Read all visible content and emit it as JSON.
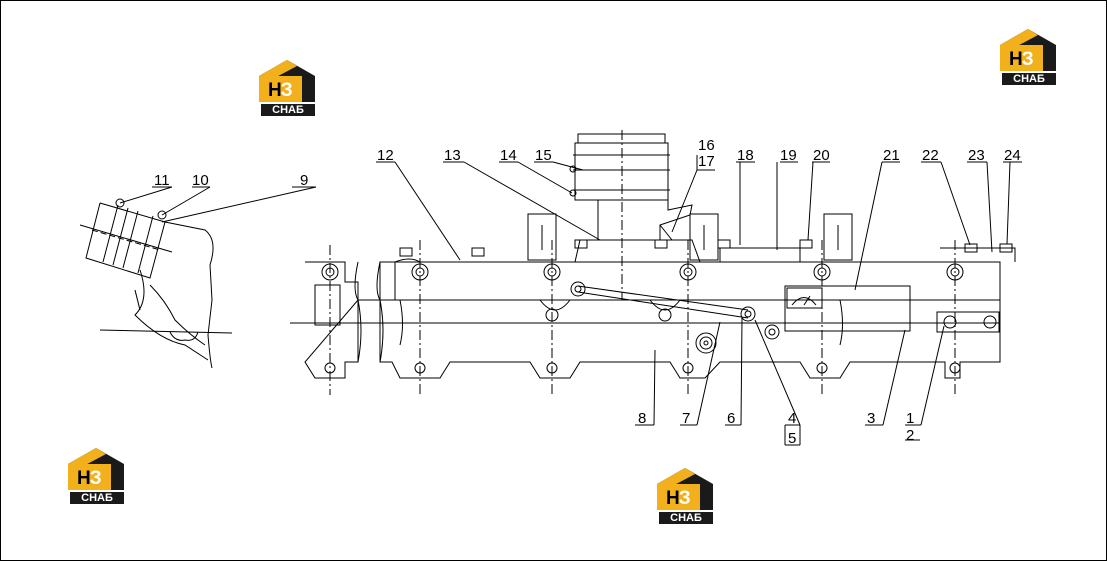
{
  "logo": {
    "h_letter": "Н",
    "e_letter": "З",
    "subtitle": "СНАБ",
    "yellow": "#f2b11c",
    "dark": "#1a1a1a"
  },
  "callouts": [
    "1",
    "2",
    "3",
    "4",
    "5",
    "6",
    "7",
    "8",
    "9",
    "10",
    "11",
    "12",
    "13",
    "14",
    "15",
    "16",
    "17",
    "18",
    "19",
    "20",
    "21",
    "22",
    "23",
    "24"
  ]
}
